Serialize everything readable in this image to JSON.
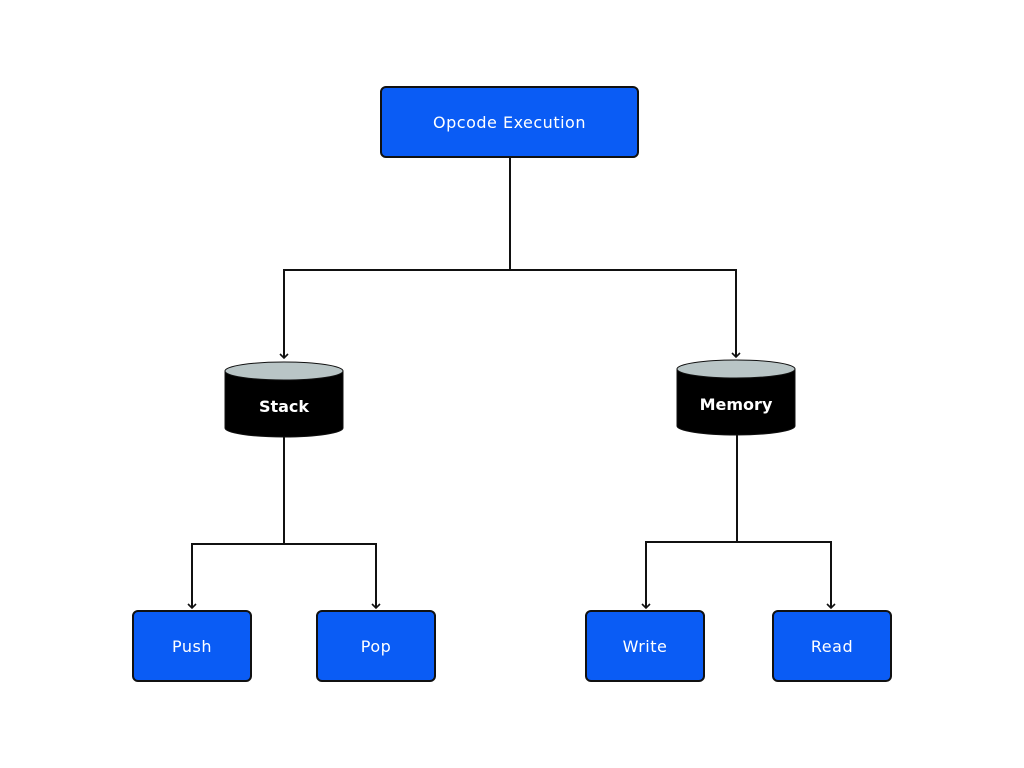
{
  "colors": {
    "box_fill": "#0a5cf5",
    "box_border": "#111111",
    "cylinder_body": "#000000",
    "cylinder_top": "#b9c5c6",
    "connector": "#111111",
    "text": "#ffffff"
  },
  "nodes": {
    "root": {
      "label": "Opcode Execution",
      "shape": "rectangle"
    },
    "stack": {
      "label": "Stack",
      "shape": "cylinder"
    },
    "memory": {
      "label": "Memory",
      "shape": "cylinder"
    },
    "push": {
      "label": "Push",
      "shape": "rectangle"
    },
    "pop": {
      "label": "Pop",
      "shape": "rectangle"
    },
    "write": {
      "label": "Write",
      "shape": "rectangle"
    },
    "read": {
      "label": "Read",
      "shape": "rectangle"
    }
  },
  "edges": [
    {
      "from": "root",
      "to": "stack"
    },
    {
      "from": "root",
      "to": "memory"
    },
    {
      "from": "stack",
      "to": "push"
    },
    {
      "from": "stack",
      "to": "pop"
    },
    {
      "from": "memory",
      "to": "write"
    },
    {
      "from": "memory",
      "to": "read"
    }
  ]
}
